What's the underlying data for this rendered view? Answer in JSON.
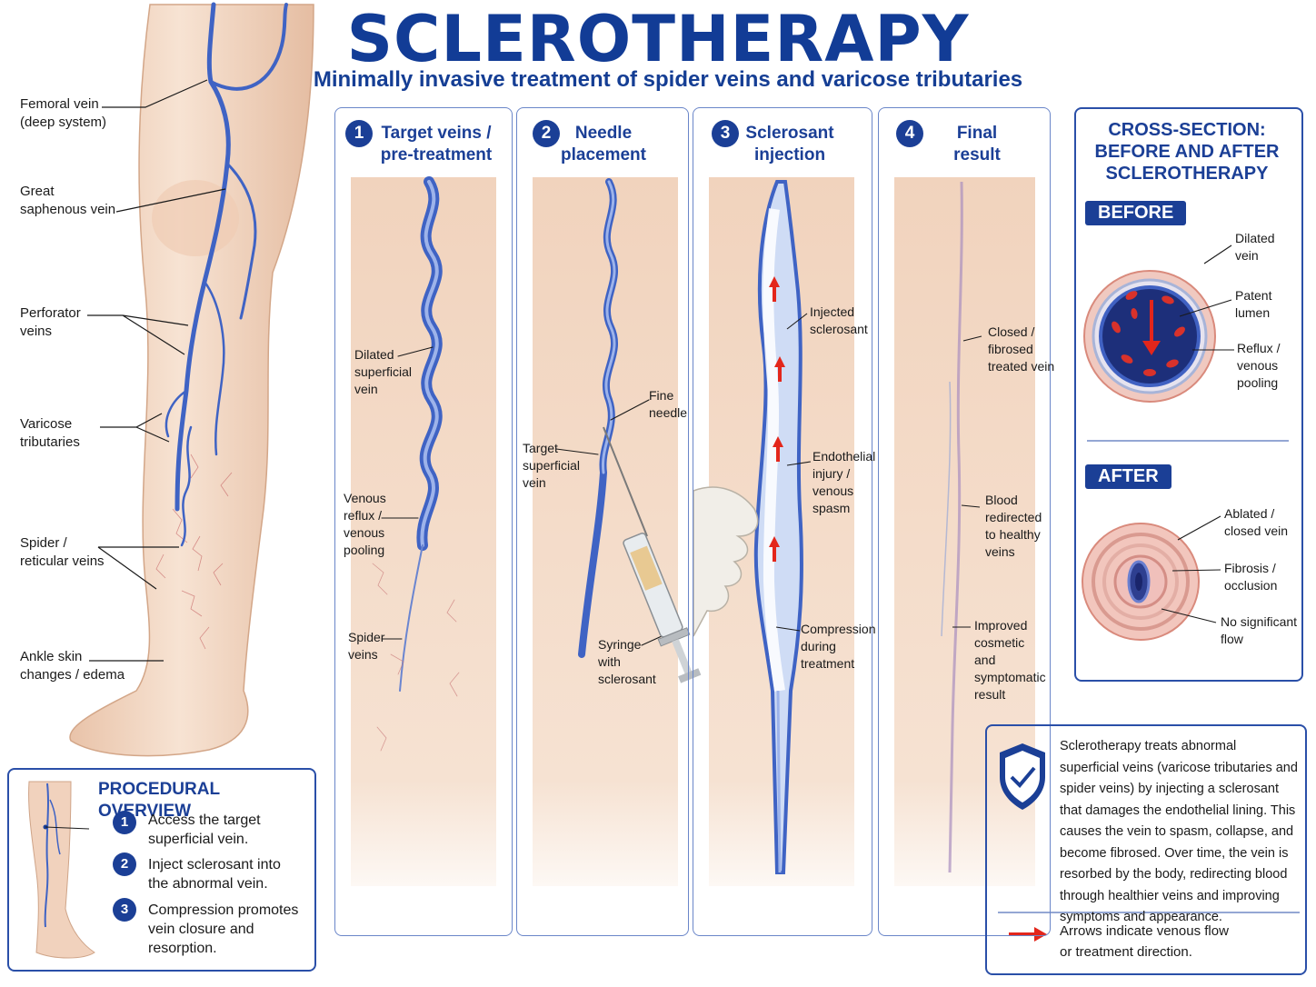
{
  "header": {
    "title": "SCLEROTHERAPY",
    "subtitle": "Minimally invasive treatment of spider veins and varicose tributaries"
  },
  "leg_labels": [
    "Femoral vein\n(deep system)",
    "Great\nsaphenous vein",
    "Perforator\nveins",
    "Varicose\ntributaries",
    "Spider /\nreticular veins",
    "Ankle skin\nchanges / edema"
  ],
  "steps": [
    {
      "number": "1",
      "title": "Target veins /\npre-treatment",
      "labels": [
        "Dilated\nsuperficial\nvein",
        "Venous\nreflux /\nvenous\npooling",
        "Spider\nveins"
      ]
    },
    {
      "number": "2",
      "title": "Needle\nplacement",
      "labels": [
        "Fine\nneedle",
        "Target\nsuperficial\nvein",
        "Syringe\nwith\nsclerosant"
      ]
    },
    {
      "number": "3",
      "title": "Sclerosant\ninjection",
      "labels": [
        "Injected\nsclerosant",
        "Endothelial\ninjury /\nvenous\nspasm",
        "Compression\nduring\ntreatment"
      ]
    },
    {
      "number": "4",
      "title": "Final result",
      "labels": [
        "Closed /\nfibrosed\ntreated vein",
        "Blood\nredirected\nto healthy\nveins",
        "Improved\ncosmetic\nand\nsymptomatic\nresult"
      ]
    }
  ],
  "cross_section": {
    "title": "CROSS-SECTION:\nBEFORE AND AFTER\nSCLEROTHERAPY",
    "before_label": "BEFORE",
    "before_items": [
      "Dilated\nvein",
      "Patent\nlumen",
      "Reflux /\nvenous\npooling"
    ],
    "after_label": "AFTER",
    "after_items": [
      "Ablated /\nclosed vein",
      "Fibrosis /\nocclusion",
      "No significant\nflow"
    ]
  },
  "overview": {
    "title": "PROCEDURAL OVERVIEW",
    "steps": [
      {
        "number": "1",
        "text": "Access the target\nsuperficial vein."
      },
      {
        "number": "2",
        "text": "Inject sclerosant into\nthe abnormal vein."
      },
      {
        "number": "3",
        "text": "Compression promotes\nvein closure and\nresorption."
      }
    ]
  },
  "info": {
    "icon": "shield-check-icon",
    "text": "Sclerotherapy treats abnormal superficial veins (varicose tributaries and spider veins) by injecting a sclerosant that damages the endothelial lining. This causes the vein to spasm, collapse, and become fibrosed. Over time, the vein is resorbed by the body, redirecting blood through healthier veins and improving symptoms and appearance.",
    "legend": "Arrows indicate venous flow\nor treatment direction."
  },
  "colors": {
    "brand": "#123c96",
    "vein": "#3f63c4",
    "arrow": "#e3261b",
    "skin": "#f3d9c4"
  }
}
